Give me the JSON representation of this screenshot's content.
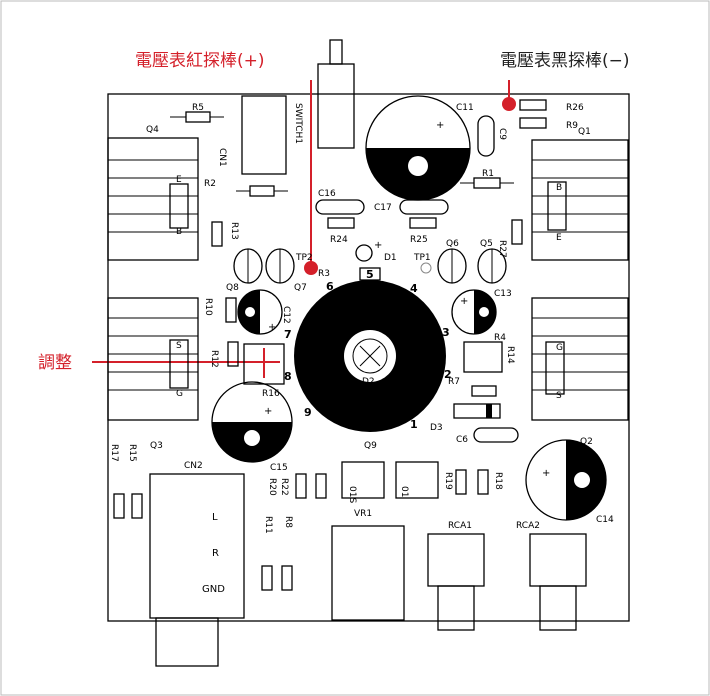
{
  "callouts": {
    "red_probe": "電壓表紅探棒(+)",
    "black_probe": "電壓表黑探棒(−)",
    "adjust": "調整"
  },
  "colors": {
    "accent_red": "#d4202a",
    "ink": "#000000"
  },
  "labels": {
    "switch": "SWITCH1",
    "cn1": "CN1",
    "cn2": "CN2",
    "q1": "Q1",
    "q2": "Q2",
    "q3": "Q3",
    "q4": "Q4",
    "q5": "Q5",
    "q6": "Q6",
    "q7": "Q7",
    "q8": "Q8",
    "q9": "Q9",
    "r1": "R1",
    "r2": "R2",
    "r3": "R3",
    "r4": "R4",
    "r5": "R5",
    "r7": "R7",
    "r8": "R8",
    "r9": "R9",
    "r10": "R10",
    "r11": "R11",
    "r12": "R12",
    "r13": "R13",
    "r14": "R14",
    "r15": "R15",
    "r16": "R16",
    "r17": "R17",
    "r18": "R18",
    "r19": "R19",
    "r20": "R20",
    "r22": "R22",
    "r24": "R24",
    "r25": "R25",
    "r26": "R26",
    "r27": "R27",
    "c6": "C6",
    "c9": "C9",
    "c11": "C11",
    "c12": "C12",
    "c13": "C13",
    "c14": "C14",
    "c15": "C15",
    "c16": "C16",
    "c17": "C17",
    "d1": "D1",
    "d2": "D2",
    "d3": "D3",
    "tp1": "TP1",
    "tp2": "TP2",
    "vr1": "VR1",
    "rca1": "RCA1",
    "rca2": "RCA2",
    "cn2_l": "L",
    "cn2_r": "R",
    "cn2_gnd": "GND",
    "pin1": "1",
    "pin2": "2",
    "pin3": "3",
    "pin4": "4",
    "pin5": "5",
    "pin6": "6",
    "pin7": "7",
    "pin8": "8",
    "pin9": "9",
    "e": "E",
    "b": "B",
    "g": "G",
    "s": "S",
    "plus": "+",
    "vr_small_left": "01S",
    "vr_small_right": "01"
  }
}
